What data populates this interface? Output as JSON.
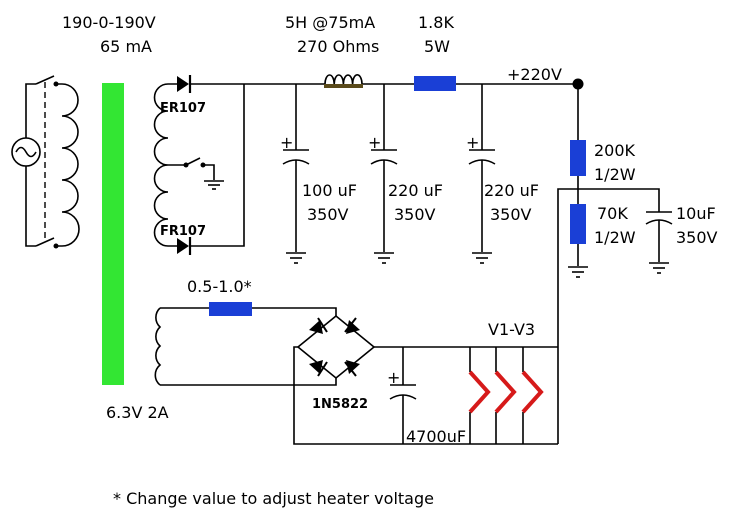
{
  "colors": {
    "wire": "#000000",
    "resistor": "#1a3fd6",
    "core": "#33e633",
    "heater": "#d61a1a",
    "choke_core": "#5a4a1a"
  },
  "labels": {
    "transformer_rating": "190-0-190V",
    "transformer_current": "65 mA",
    "choke_rating": "5H  @75mA",
    "choke_resistance": "270 Ohms",
    "dropper_value": "1.8K",
    "dropper_power": "5W",
    "b_plus": "+220V",
    "diode_top": "FR107",
    "diode_bottom": "FR107",
    "cap1_value": "100 uF",
    "cap1_voltage": "350V",
    "cap2_value": "220 uF",
    "cap2_voltage": "350V",
    "cap3_value": "220 uF",
    "cap3_voltage": "350V",
    "r_top_value": "200K",
    "r_top_power": "1/2W",
    "r_bottom_value": "70K",
    "r_bottom_power": "1/2W",
    "cap_bias_value": "10uF",
    "cap_bias_voltage": "350V",
    "heater_res_value": "0.5-1.0*",
    "heater_winding": "6.3V 2A",
    "bridge_diode": "1N5822",
    "heater_cap": "4700uF",
    "tubes": "V1-V3",
    "plus_sign": "+",
    "footnote": "* Change value to adjust heater voltage"
  },
  "icons": [
    "ac-source-icon",
    "switch-icon",
    "diode-icon",
    "ground-icon",
    "capacitor-icon",
    "resistor-icon",
    "inductor-icon",
    "heater-icon"
  ]
}
